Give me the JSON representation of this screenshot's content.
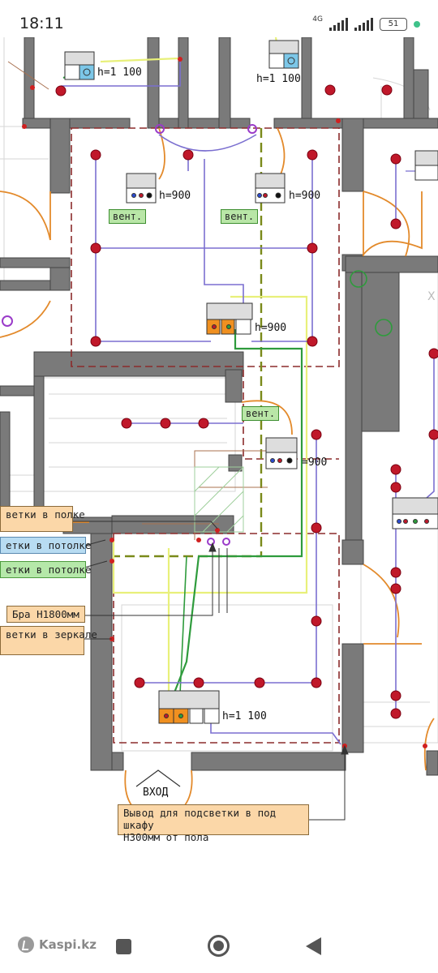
{
  "status_bar": {
    "time": "18:11",
    "network": "4G",
    "battery": "51"
  },
  "drawing": {
    "heights": {
      "top_left": "h=1 100",
      "top_right": "h=1 100",
      "box_left": "h=900",
      "box_right": "h=900",
      "center": "h=900",
      "mid_right": "=900",
      "bottom": "h=1 100"
    },
    "vent_labels": [
      "вент.",
      "вент.",
      "вент."
    ],
    "callouts": {
      "shelf": "ветки в полке",
      "ceiling_1": "етки в потолке",
      "ceiling_2": "етки в потолке",
      "sconce": "Бра Н1800мм",
      "mirror": "ветки в зеркале",
      "wardrobe_line1": "Вывод для подсветки в под шкафу",
      "wardrobe_line2": "Н300мм от пола"
    },
    "entry": "ВХОД",
    "x_mark": "X",
    "colors": {
      "wall": "#7a7a7a",
      "wire_blue": "#7b6fd0",
      "wire_yellow": "#e8f07a",
      "wire_green": "#2e9b3c",
      "lamp_red": "#c0182a",
      "door": "#e38a2b",
      "dash": "#8b2b2b"
    }
  },
  "nav_bar": {
    "brand": "Kaspi.kz",
    "buttons": [
      "recent-apps",
      "home",
      "back"
    ]
  }
}
